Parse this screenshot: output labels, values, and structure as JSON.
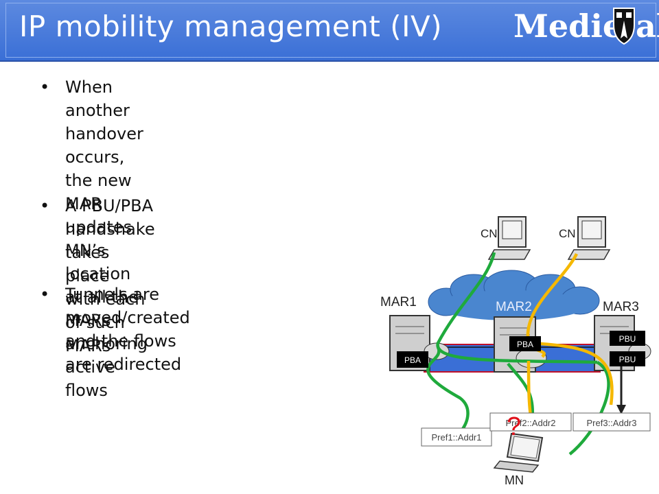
{
  "slide": {
    "title": "IP mobility management (IV)",
    "logo_text": "Medieval"
  },
  "bullets": [
    {
      "marker": "•",
      "text": "When another handover occurs, the new MAR updates MN’s\nlocation at all the MARs anchoring active flows"
    },
    {
      "marker": "•",
      "text": "A PBU/PBA handshake takes place\nwith each of such MARs"
    },
    {
      "marker": "•",
      "text": "Tunnels are moved/created\nand the flows are redirected"
    }
  ],
  "diagram": {
    "cn_left": "CN",
    "cn_right": "CN",
    "mar1": "MAR1",
    "mar2": "MAR2",
    "mar3": "MAR3",
    "msg_pba_mar1": "PBA",
    "msg_pba_mar2": "PBA",
    "msg_pbu_mar3_top": "PBU",
    "msg_pbu_mar3_bottom": "PBU",
    "pref1": "Pref1::Addr1",
    "pref2": "Pref2::Addr2",
    "pref3": "Pref3::Addr3",
    "question": "?",
    "mn": "MN",
    "colors": {
      "green": "#1faa3c",
      "yellow": "#f5b800",
      "cloud": "#4a86cf",
      "backbone": "#3a6fd6",
      "tunnel": "#c0102a"
    }
  }
}
